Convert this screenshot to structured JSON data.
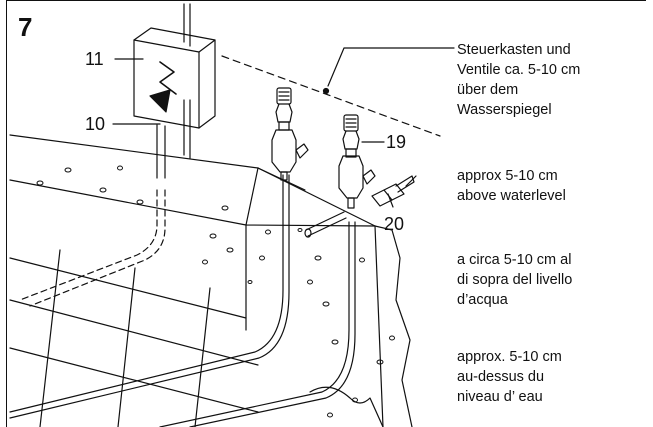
{
  "figure_number": "7",
  "callouts": {
    "control_box": "11",
    "cable_entry": "10",
    "valve": "19",
    "clamp": "20"
  },
  "notes": {
    "de": [
      "Steuerkasten und",
      "Ventile ca. 5-10 cm",
      "über dem",
      "Wasserspiegel"
    ],
    "en": [
      "approx 5-10 cm",
      "above waterlevel"
    ],
    "it": [
      "a circa 5-10 cm al",
      "di sopra del livello",
      "d’acqua"
    ],
    "fr": [
      "approx.  5-10 cm",
      "au-dessus du",
      "niveau d’ eau"
    ]
  }
}
